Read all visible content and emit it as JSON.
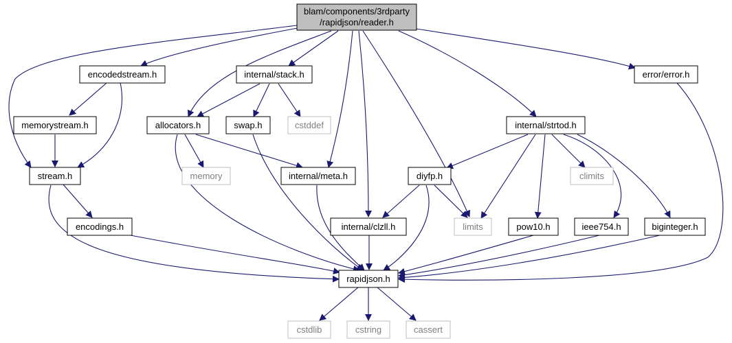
{
  "root": {
    "line1": "blam/components/3rdparty",
    "line2": "/rapidjson/reader.h"
  },
  "nodes": {
    "encodedstream": "encodedstream.h",
    "stack": "internal/stack.h",
    "error": "error/error.h",
    "memorystream": "memorystream.h",
    "allocators": "allocators.h",
    "swap": "swap.h",
    "cstddef": "cstddef",
    "strtod": "internal/strtod.h",
    "stream": "stream.h",
    "memory": "memory",
    "meta": "internal/meta.h",
    "diyfp": "diyfp.h",
    "climits": "climits",
    "encodings": "encodings.h",
    "clzll": "internal/clzll.h",
    "limits": "limits",
    "pow10": "pow10.h",
    "ieee754": "ieee754.h",
    "biginteger": "biginteger.h",
    "rapidjson": "rapidjson.h",
    "cstdlib": "cstdlib",
    "cstring": "cstring",
    "cassert": "cassert"
  },
  "colors": {
    "edge": "#191970",
    "root_fill": "#bfbfbf",
    "system_border": "#bfbfbf",
    "system_text": "#7f7f7f"
  }
}
